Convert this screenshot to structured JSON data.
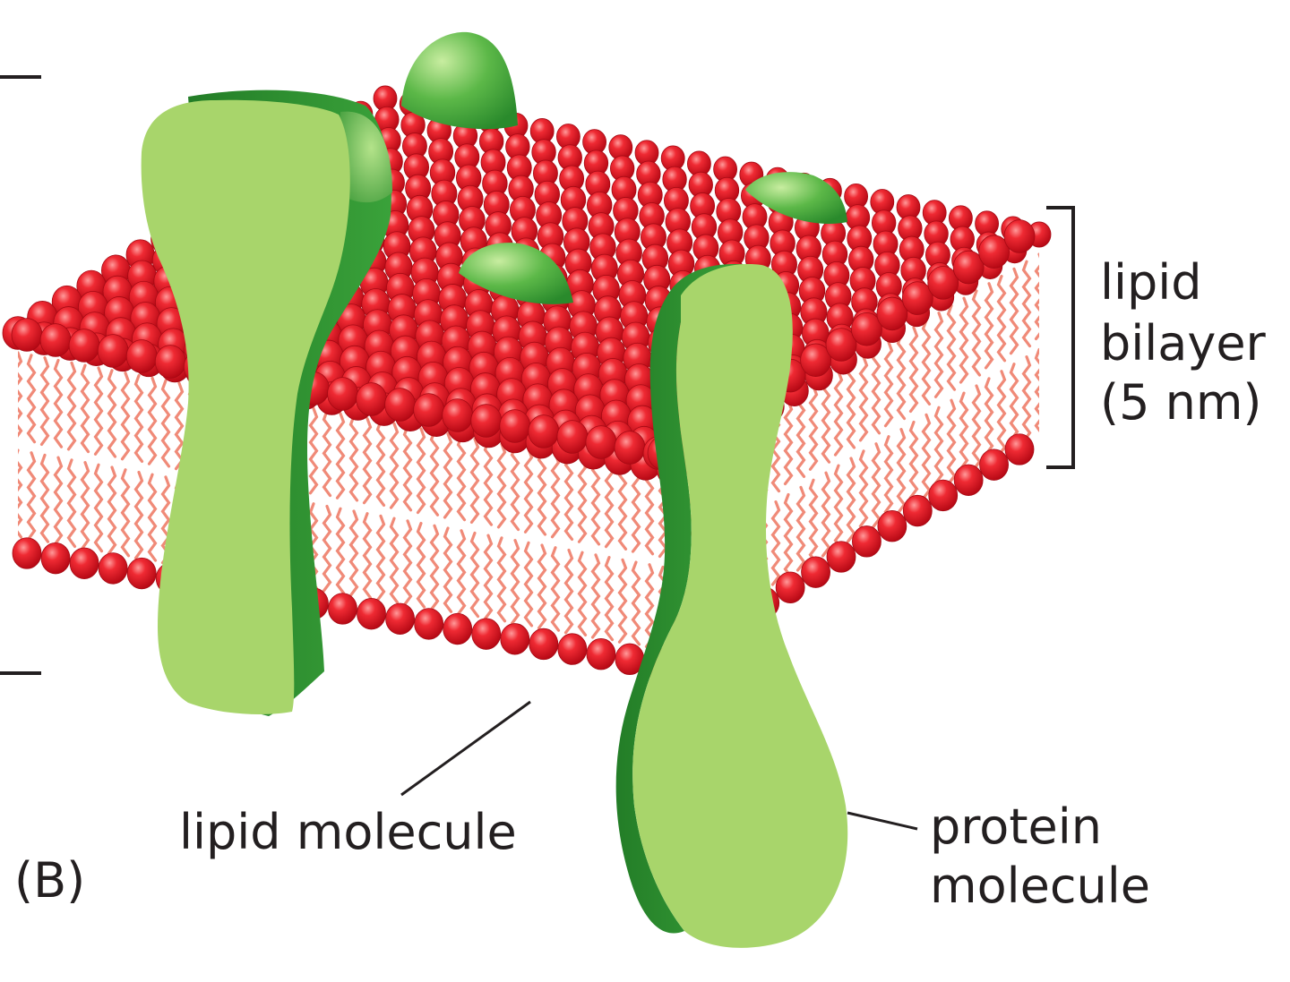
{
  "labels": {
    "lipid_bilayer_line1": "lipid",
    "lipid_bilayer_line2": "bilayer",
    "lipid_bilayer_line3": "(5 nm)",
    "lipid_molecule": "lipid molecule",
    "protein_molecule_line1": "protein",
    "protein_molecule_line2": "molecule",
    "panel": "(B)"
  },
  "colors": {
    "head_base": "#d40f1e",
    "head_highlight": "#ff8a8a",
    "tail": "#f08a78",
    "protein_face": "#a8d56b",
    "protein_side": "#2f8f30",
    "protein_cap": "#5fb64a",
    "leader_line": "#231f20",
    "text": "#231f20"
  },
  "icons": [
    "lipid-head-icon",
    "transmembrane-protein-icon",
    "peripheral-protein-icon",
    "bracket-icon"
  ]
}
